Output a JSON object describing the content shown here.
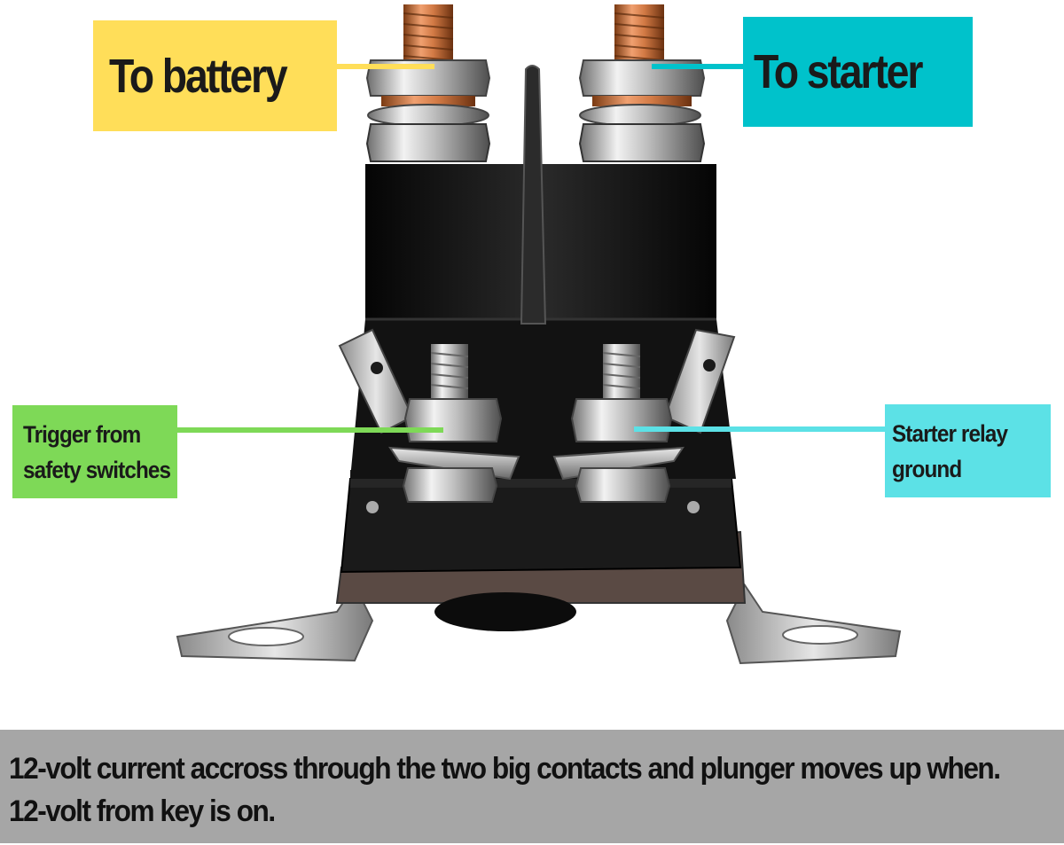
{
  "labels": {
    "to_battery": "To battery",
    "to_starter": "To starter",
    "trigger_line1": "Trigger from",
    "trigger_line2": "safety switches",
    "ground_line1": "Starter relay",
    "ground_line2": "ground"
  },
  "caption": {
    "line1": "12-volt current accross through the two big contacts and plunger moves up when.",
    "line2": "12-volt from key is on."
  },
  "colors": {
    "battery_label": "#ffde59",
    "starter_label": "#00c2cb",
    "trigger_label": "#7ed957",
    "ground_label": "#5ce1e6",
    "caption_band": "#a6a6a6",
    "solenoid_body": "#141414"
  }
}
